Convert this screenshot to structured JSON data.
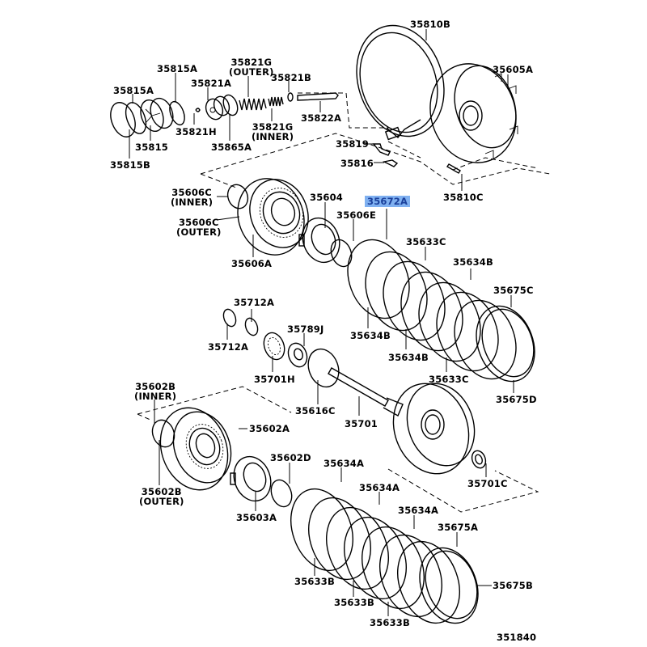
{
  "diagram": {
    "figure_number": "351840",
    "highlight_color": "#7fb0f0",
    "highlighted_part": "35672A",
    "labels": {
      "l35810B": "35810B",
      "l35605A": "35605A",
      "l35815A_a": "35815A",
      "l35815A_b": "35815A",
      "l35821G_outer": "35821G\n(OUTER)",
      "l35821A": "35821A",
      "l35821B": "35821B",
      "l35822A": "35822A",
      "l35821H": "35821H",
      "l35815": "35815",
      "l35865A": "35865A",
      "l35821G_inner": "35821G\n(INNER)",
      "l35815B": "35815B",
      "l35819": "35819",
      "l35816": "35816",
      "l35810C": "35810C",
      "l35606C_inner": "35606C\n(INNER)",
      "l35606C_outer": "35606C\n(OUTER)",
      "l35604": "35604",
      "l35672A": "35672A",
      "l35606E": "35606E",
      "l35606A": "35606A",
      "l35633C_a": "35633C",
      "l35634B_a": "35634B",
      "l35675C": "35675C",
      "l35634B_b": "35634B",
      "l35634B_c": "35634B",
      "l35633C_b": "35633C",
      "l35675D": "35675D",
      "l35712A_a": "35712A",
      "l35712A_b": "35712A",
      "l35789J": "35789J",
      "l35701H": "35701H",
      "l35616C": "35616C",
      "l35701": "35701",
      "l35602B_inner": "35602B\n(INNER)",
      "l35602A": "35602A",
      "l35602D": "35602D",
      "l35602B_outer": "35602B\n(OUTER)",
      "l35603A": "35603A",
      "l35701C": "35701C",
      "l35634A_a": "35634A",
      "l35634A_b": "35634A",
      "l35634A_c": "35634A",
      "l35675A": "35675A",
      "l35633B_a": "35633B",
      "l35633B_b": "35633B",
      "l35633B_c": "35633B",
      "l35675B": "35675B"
    }
  }
}
